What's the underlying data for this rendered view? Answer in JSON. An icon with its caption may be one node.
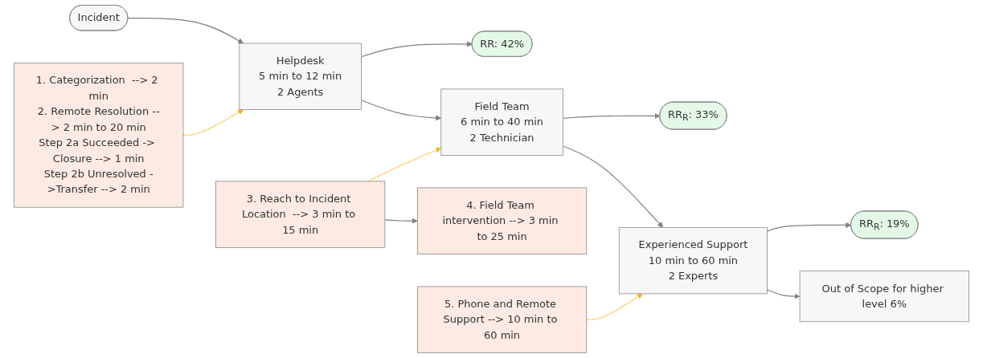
{
  "diagram": {
    "nodes": [
      {
        "text": [
          "Incident"
        ]
      },
      {
        "text": [
          "Helpdesk",
          "5 min to 12 min",
          "2 Agents"
        ]
      },
      {
        "text": [
          "RR: 42%"
        ]
      },
      {
        "text": [
          "Field Team",
          "6 min to 40 min",
          "2 Technician"
        ]
      },
      {
        "text": [
          "RR$_{R}$: 33%"
        ]
      },
      {
        "text": [
          "Experienced Support",
          "10 min to 60 min",
          "2 Experts"
        ]
      },
      {
        "text": [
          "RR$_{R}$: 19%"
        ]
      },
      {
        "text": [
          "Out of Scope for higher level 6%"
        ]
      },
      {
        "text": [
          "1. Categorization  --> 2 min",
          "2. Remote Resolution --> 2 min to 20 min",
          "Step 2a Succeeded -> Closure --> 1 min",
          "Step 2b Unresolved ->Transfer --> 2 min"
        ]
      },
      {
        "text": [
          "3. Reach to Incident Location  --> 3 min to 15 min"
        ]
      },
      {
        "text": [
          "4. Field Team intervention --> 3 min to 25 min"
        ]
      },
      {
        "text": [
          "5. Phone and Remote Support --> 10 min to 60 min"
        ]
      }
    ],
    "edges": [
      {
        "from": 0,
        "to": 1,
        "arrow": "to"
      },
      {
        "from": 1,
        "to": 2,
        "arrow": "to"
      },
      {
        "from": 1,
        "to": 3,
        "arrow": "to"
      },
      {
        "from": 3,
        "to": 4,
        "arrow": "to"
      },
      {
        "from": 3,
        "to": 5,
        "arrow": "to"
      },
      {
        "from": 5,
        "to": 6,
        "arrow": "to"
      },
      {
        "from": 5,
        "to": 7,
        "arrow": "to"
      },
      {
        "from": 8,
        "to": 1,
        "arrow": "to",
        "style": "dashed",
        "color": "#f5b324"
      },
      {
        "from": 9,
        "to": 3,
        "arrow": "to",
        "style": "dashed",
        "color": "#f5b324"
      },
      {
        "from": 9,
        "to": 10,
        "arrow": "to"
      },
      {
        "from": 11,
        "to": 5,
        "arrow": "to",
        "style": "dashed",
        "color": "#f5b324"
      }
    ]
  }
}
